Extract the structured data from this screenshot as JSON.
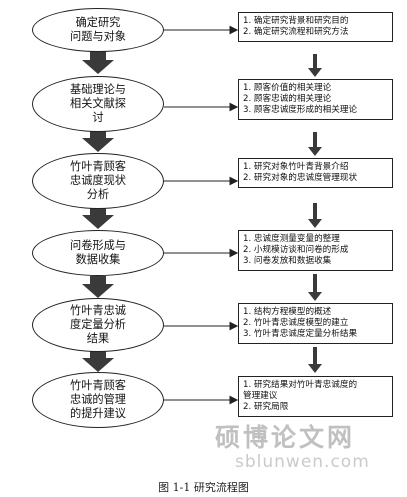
{
  "stages": [
    {
      "label": "确定研究\n问题与对象",
      "items": [
        "1. 确定研究背景和研究目的",
        "2. 确定研究流程和研究方法"
      ]
    },
    {
      "label": "基础理论与\n相关文献探\n讨",
      "items": [
        "1. 顾客价值的相关理论",
        "2. 顾客忠诚的相关理论",
        "3. 顾客忠诚度形成的相关理论"
      ]
    },
    {
      "label": "竹叶青顾客\n忠诚度现状\n分析",
      "items": [
        "1. 研究对象竹叶青背景介绍",
        "2. 研究对象的忠诚度管理现状"
      ]
    },
    {
      "label": "问卷形成与\n数据收集",
      "items": [
        "1. 忠诚度测量变量的整理",
        "2. 小规模访谈和问卷的形成",
        "3. 问卷发放和数据收集"
      ]
    },
    {
      "label": "竹叶青忠诚\n度定量分析\n结果",
      "items": [
        "1. 结构方程模型的概述",
        "2. 竹叶青忠诚度模型的建立",
        "3. 竹叶青忠诚度定量分析结果"
      ]
    },
    {
      "label": "竹叶青顾客\n忠诚的管理\n的提升建议",
      "items": [
        "1. 研究结果对竹叶青忠诚度的",
        "   管理建议",
        "2. 研究局限"
      ]
    }
  ],
  "caption": "图 1-1  研究流程图",
  "watermark": {
    "text": "硕博论文网",
    "url": "sblunwen.com"
  },
  "colors": {
    "arrow": "#3a3a3a",
    "border": "#222222"
  }
}
